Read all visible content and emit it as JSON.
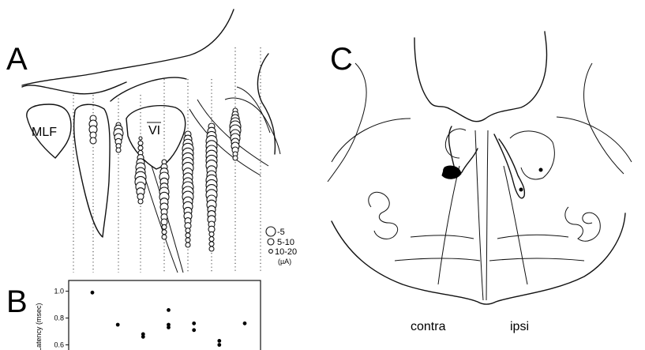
{
  "panel_a": {
    "letter": "A",
    "mlf_label": "MLF",
    "nucleus_label": "VI",
    "legend": [
      "-5",
      "5-10",
      "10-20",
      "(µA)"
    ]
  },
  "panel_b": {
    "letter": "B",
    "ylabel": "Latency (msec)",
    "ytick_labels": [
      "1.0",
      "0.8",
      "0.6"
    ]
  },
  "panel_c": {
    "letter": "C",
    "contra_label": "contra",
    "ipsi_label": "ipsi"
  },
  "chart_data": {
    "type": "scatter",
    "title": "",
    "xlabel": "",
    "ylabel": "Latency (msec)",
    "ylim": [
      0.55,
      1.08
    ],
    "yticks": [
      1.0,
      0.8,
      0.6
    ],
    "grid": false,
    "points": [
      {
        "track": 1,
        "y": 0.99
      },
      {
        "track": 2,
        "y": 0.75
      },
      {
        "track": 3,
        "y": 0.68
      },
      {
        "track": 3,
        "y": 0.66
      },
      {
        "track": 4,
        "y": 0.86
      },
      {
        "track": 4,
        "y": 0.75
      },
      {
        "track": 4,
        "y": 0.73
      },
      {
        "track": 5,
        "y": 0.76
      },
      {
        "track": 5,
        "y": 0.71
      },
      {
        "track": 6,
        "y": 0.63
      },
      {
        "track": 6,
        "y": 0.6
      },
      {
        "track": 7,
        "y": 0.76
      }
    ]
  }
}
